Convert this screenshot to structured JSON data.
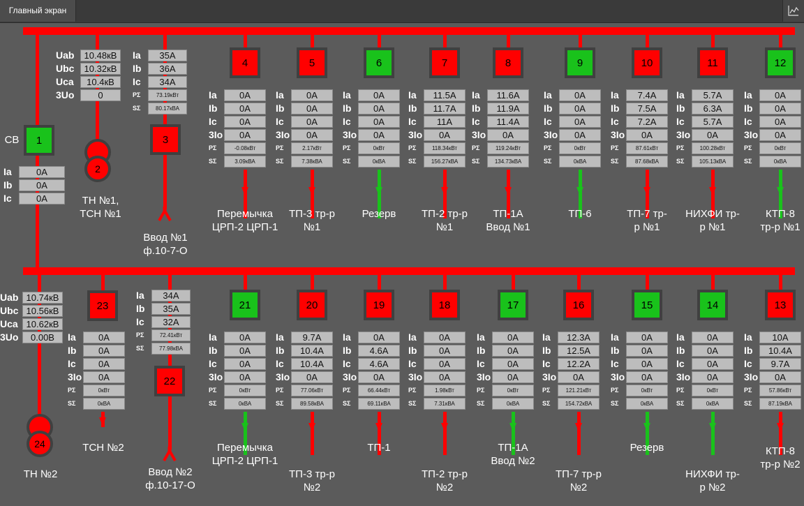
{
  "header": {
    "tab_label": "Главный экран",
    "chart_icon": "chart-icon"
  },
  "colors": {
    "bus": "#ff0000",
    "closed": "#ff0000",
    "open": "#19c21b",
    "background": "#5b5b5b"
  },
  "sv": {
    "label": "СВ",
    "number": "1",
    "state": "open",
    "ia": "0A",
    "ib": "0A",
    "ic": "0A"
  },
  "tn1": {
    "uab": "10.48кВ",
    "ubc": "10.32кВ",
    "uca": "10.4кВ",
    "u0": "0",
    "number": "2",
    "label1": "ТН №1,",
    "label2": "ТСН №1"
  },
  "vvod1": {
    "ia": "35A",
    "ib": "36A",
    "ic": "34A",
    "p": "73.19кВт",
    "s": "80.17кВА",
    "number": "3",
    "state": "closed",
    "label1": "Ввод №1",
    "label2": "ф.10-7-О"
  },
  "tn2": {
    "uab": "10.74кВ",
    "ubc": "10.56кВ",
    "uca": "10.62кВ",
    "u0": "0.00В",
    "number": "24",
    "label": "ТН №2"
  },
  "tsn2": {
    "number": "23",
    "state": "closed",
    "ia": "0A",
    "ib": "0A",
    "ic": "0A",
    "io": "0A",
    "p": "0кВт",
    "s": "0кВА",
    "label": "ТСН №2"
  },
  "vvod2": {
    "ia": "34A",
    "ib": "35A",
    "ic": "32A",
    "p": "72.41кВт",
    "s": "77.98кВА",
    "number": "22",
    "state": "closed",
    "label1": "Ввод №2",
    "label2": "ф.10-17-О"
  },
  "feeders_top": [
    {
      "number": "4",
      "state": "closed",
      "ia": "0A",
      "ib": "0A",
      "ic": "0A",
      "io": "0A",
      "p": "-0.08кВт",
      "s": "3.09кВА",
      "label1": "Перемычка",
      "label2": "ЦРП-2 ЦРП-1"
    },
    {
      "number": "5",
      "state": "closed",
      "ia": "0A",
      "ib": "0A",
      "ic": "0A",
      "io": "0A",
      "p": "2.17кВт",
      "s": "7.38кВА",
      "label1": "ТП-3 тр-р",
      "label2": "№1"
    },
    {
      "number": "6",
      "state": "open",
      "ia": "0A",
      "ib": "0A",
      "ic": "0A",
      "io": "0A",
      "p": "0кВт",
      "s": "0кВА",
      "label1": "Резерв",
      "label2": ""
    },
    {
      "number": "7",
      "state": "closed",
      "ia": "11.5A",
      "ib": "11.7A",
      "ic": "11A",
      "io": "0A",
      "p": "118.34кВт",
      "s": "156.27кВА",
      "label1": "ТП-2 тр-р",
      "label2": "№1"
    },
    {
      "number": "8",
      "state": "closed",
      "ia": "11.6A",
      "ib": "11.9A",
      "ic": "11.4A",
      "io": "0A",
      "p": "119.24кВт",
      "s": "134.73кВА",
      "label1": "ТП-1А",
      "label2": "Ввод №1"
    },
    {
      "number": "9",
      "state": "open",
      "ia": "0A",
      "ib": "0A",
      "ic": "0A",
      "io": "0A",
      "p": "0кВт",
      "s": "0кВА",
      "label1": "ТП-6",
      "label2": ""
    },
    {
      "number": "10",
      "state": "closed",
      "ia": "7.4A",
      "ib": "7.5A",
      "ic": "7.2A",
      "io": "0A",
      "p": "87.61кВт",
      "s": "87.68кВА",
      "label1": "ТП-7 тр-",
      "label2": "р №1"
    },
    {
      "number": "11",
      "state": "closed",
      "ia": "5.7A",
      "ib": "6.3A",
      "ic": "5.7A",
      "io": "0A",
      "p": "100.28кВт",
      "s": "105.13кВА",
      "label1": "НИХФИ тр-",
      "label2": "р №1"
    },
    {
      "number": "12",
      "state": "open",
      "ia": "0A",
      "ib": "0A",
      "ic": "0A",
      "io": "0A",
      "p": "0кВт",
      "s": "0кВА",
      "label1": "КТП-8",
      "label2": "тр-р №1"
    }
  ],
  "feeders_bottom": [
    {
      "number": "21",
      "state": "open",
      "ia": "0A",
      "ib": "0A",
      "ic": "0A",
      "io": "0A",
      "p": "0кВт",
      "s": "0кВА",
      "label1": "Перемычка",
      "label2": "ЦРП-2 ЦРП-1"
    },
    {
      "number": "20",
      "state": "closed",
      "ia": "9.7A",
      "ib": "10.4A",
      "ic": "10.4A",
      "io": "0A",
      "p": "77.06кВт",
      "s": "89.58кВА",
      "label1": "ТП-3 тр-р",
      "label2": "№2"
    },
    {
      "number": "19",
      "state": "closed",
      "ia": "0A",
      "ib": "4.6A",
      "ic": "4.6A",
      "io": "0A",
      "p": "66.44кВт",
      "s": "69.11кВА",
      "label1": "ТП-1",
      "label2": ""
    },
    {
      "number": "18",
      "state": "closed",
      "ia": "0A",
      "ib": "0A",
      "ic": "0A",
      "io": "0A",
      "p": "1.98кВт",
      "s": "7.31кВА",
      "label1": "ТП-2 тр-р",
      "label2": "№2"
    },
    {
      "number": "17",
      "state": "open",
      "ia": "0A",
      "ib": "0A",
      "ic": "0A",
      "io": "0A",
      "p": "0кВт",
      "s": "0кВА",
      "label1": "ТП-1А",
      "label2": "Ввод №2"
    },
    {
      "number": "16",
      "state": "closed",
      "ia": "12.3A",
      "ib": "12.5A",
      "ic": "12.2A",
      "io": "0A",
      "p": "121.21кВт",
      "s": "154.72кВА",
      "label1": "ТП-7 тр-р",
      "label2": "№2"
    },
    {
      "number": "15",
      "state": "open",
      "ia": "0A",
      "ib": "0A",
      "ic": "0A",
      "io": "0A",
      "p": "0кВт",
      "s": "0кВА",
      "label1": "Резерв",
      "label2": ""
    },
    {
      "number": "14",
      "state": "open",
      "ia": "0A",
      "ib": "0A",
      "ic": "0A",
      "io": "0A",
      "p": "0кВт",
      "s": "0кВА",
      "label1": "НИХФИ тр-",
      "label2": "р №2"
    },
    {
      "number": "13",
      "state": "closed",
      "ia": "10A",
      "ib": "10.4A",
      "ic": "9.7A",
      "io": "0A",
      "p": "57.86кВт",
      "s": "87.19кВА",
      "label1": "КТП-8",
      "label2": "тр-р №2"
    }
  ],
  "labels": {
    "ia": "Ia",
    "ib": "Ib",
    "ic": "Ic",
    "io": "3Io",
    "p": "PΣ",
    "s": "SΣ",
    "uab": "Uab",
    "ubc": "Ubc",
    "uca": "Uca",
    "u0": "3Uo"
  }
}
